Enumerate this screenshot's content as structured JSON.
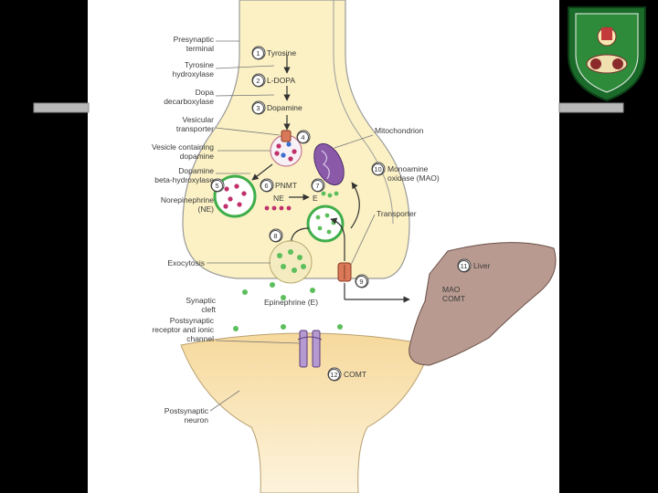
{
  "colors": {
    "slide_background": "#000000",
    "content_background": "#ffffff",
    "neuron_fill": "#fbf1c4",
    "liver_fill": "#b89a90",
    "vesicle_outline": "#3fae4a",
    "transporter": "#d9795a",
    "receptor": "#b59ad2",
    "mitochondrion": "#8a5aa8"
  },
  "logo": {
    "text": "University of Jordan crest"
  },
  "labels": {
    "presynaptic_terminal": "Presynaptic\nterminal",
    "tyrosine_hydroxylase": "Tyrosine\nhydroxylase",
    "dopa_decarboxylase": "Dopa\ndecarboxylase",
    "vesicular_transporter": "Vesicular\ntransporter",
    "vesicle_containing_dopamine": "Vesicle containing\ndopamine",
    "dopamine_beta_hydroxylase": "Dopamine\nbeta-hydroxylase",
    "norepinephrine": "Norepinephrine\n(NE)",
    "exocytosis": "Exocytosis",
    "synaptic_cleft": "Synaptic\ncleft",
    "postsynaptic_receptor": "Postsynaptic\nreceptor and ionic\nchannel",
    "postsynaptic_neuron": "Postsynaptic\nneuron",
    "mitochondrion": "Mitochondrion",
    "transporter": "Transporter",
    "pnmt": "PNMT",
    "ne": "NE",
    "e": "E",
    "epinephrine": "Epinephrine (E)",
    "liver": "Liver",
    "mao_comt": "MAO\nCOMT",
    "monoamine_oxidase": "Monoamine\noxidase (MAO)",
    "comt": "COMT"
  },
  "steps": [
    {
      "num": "1",
      "text": "Tyrosine"
    },
    {
      "num": "2",
      "text": "L-DOPA"
    },
    {
      "num": "3",
      "text": "Dopamine"
    },
    {
      "num": "4",
      "text": ""
    },
    {
      "num": "5",
      "text": ""
    },
    {
      "num": "6",
      "text": ""
    },
    {
      "num": "7",
      "text": ""
    },
    {
      "num": "8",
      "text": ""
    },
    {
      "num": "9",
      "text": ""
    },
    {
      "num": "10",
      "text": ""
    },
    {
      "num": "11",
      "text": ""
    },
    {
      "num": "12",
      "text": ""
    }
  ]
}
